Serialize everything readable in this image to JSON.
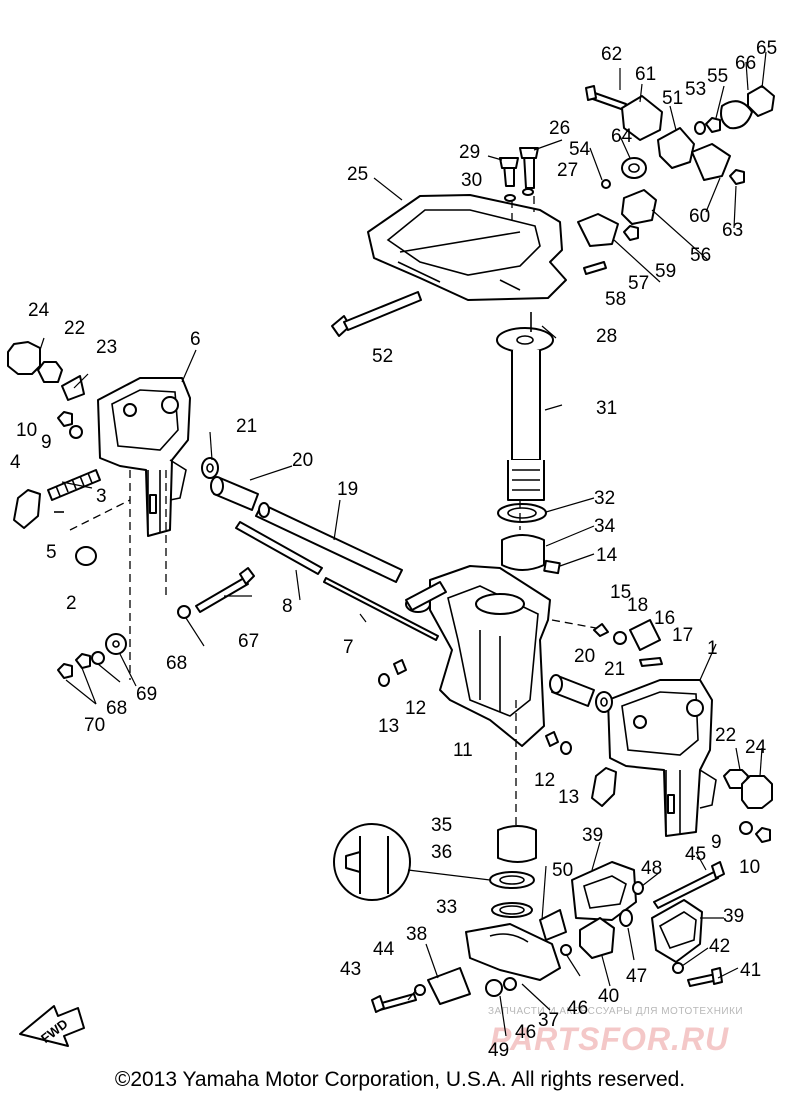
{
  "copyright": "©2013 Yamaha Motor Corporation, U.S.A. All rights reserved.",
  "watermark": {
    "line1": "ЗАПЧАСТИ И АКСЕССУАРЫ ДЛЯ МОТОТЕХНИКИ",
    "line2": "PARTSFOR.RU"
  },
  "fwd_label": "FWD",
  "callouts": [
    "1",
    "2",
    "3",
    "4",
    "5",
    "6",
    "7",
    "8",
    "9",
    "10",
    "11",
    "12",
    "13",
    "14",
    "15",
    "16",
    "17",
    "18",
    "19",
    "20",
    "21",
    "22",
    "23",
    "24",
    "25",
    "26",
    "27",
    "28",
    "29",
    "30",
    "31",
    "32",
    "33",
    "34",
    "35",
    "36",
    "37",
    "38",
    "39",
    "40",
    "41",
    "42",
    "43",
    "44",
    "45",
    "46",
    "47",
    "48",
    "49",
    "50",
    "51",
    "52",
    "53",
    "54",
    "55",
    "56",
    "57",
    "58",
    "59",
    "60",
    "61",
    "62",
    "63",
    "64",
    "65",
    "66",
    "67",
    "68",
    "69",
    "70"
  ]
}
